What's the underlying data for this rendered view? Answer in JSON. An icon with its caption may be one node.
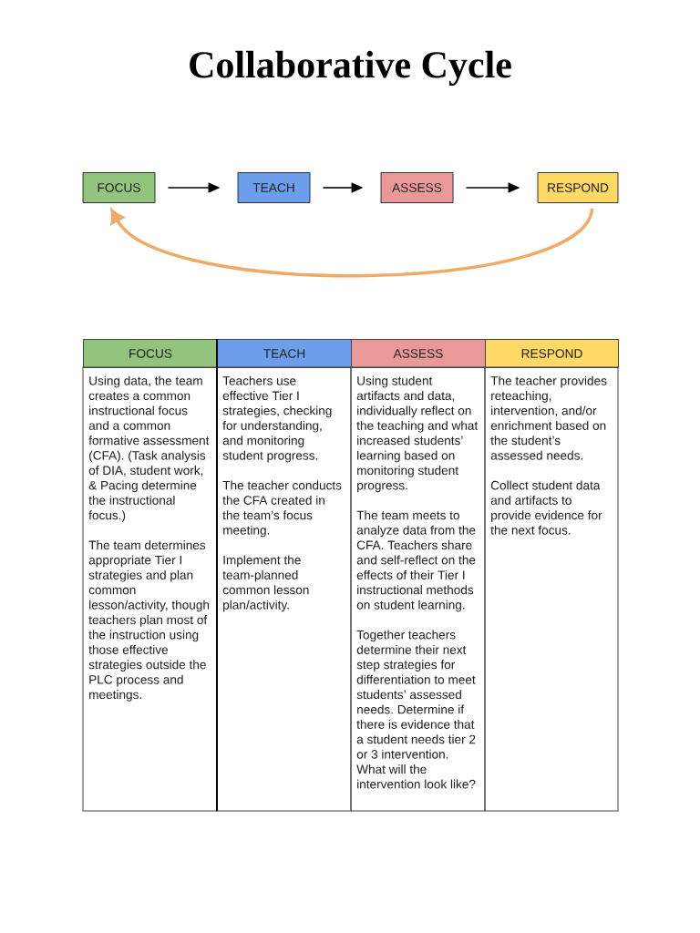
{
  "diagram": {
    "title": "Collaborative Cycle",
    "nodes": [
      {
        "text": [
          "FOCUS"
        ]
      },
      {
        "text": [
          "TEACH"
        ]
      },
      {
        "text": [
          "ASSESS"
        ]
      },
      {
        "text": [
          "RESPOND"
        ]
      }
    ],
    "edges": [
      {
        "from": 0,
        "to": 1,
        "arrow": "to"
      },
      {
        "from": 1,
        "to": 2,
        "arrow": "to"
      },
      {
        "from": 2,
        "to": 3,
        "arrow": "to"
      },
      {
        "from": 3,
        "to": 0,
        "arrow": "to",
        "style": "thick",
        "color": "#eeaa66"
      }
    ],
    "labels": [
      "FOCUS",
      "TEACH",
      "ASSESS",
      "RESPOND",
      "Using data, the team creates a common instructional focus and a common formative assessment (CFA). (Task analysis of DIA, student work, & Pacing determine the instructional focus.)",
      "The team determines appropriate Tier I strategies and plan common lesson/activity, though teachers plan most of the instruction using those effective strategies outside the PLC process and meetings.",
      "Teachers use effective Tier I strategies, checking for understanding, and monitoring student progress.",
      "The teacher conducts the CFA created in the team’s focus meeting.",
      "Implement the team-planned common lesson plan/activity.",
      "Using student artifacts and data, individually reflect on the teaching and what increased students’ learning based on monitoring student progress.",
      "The team meets to analyze data from the CFA. Teachers share and self-reflect on the effects of their Tier I instructional methods on student learning.",
      "Together teachers determine their next step strategies for differentiation to meet students’ assessed needs. Determine if there is evidence that a student needs tier 2 or 3 intervention. What will the intervention look like?",
      "The teacher provides reteaching, intervention, and/or enrichment based on the student’s assessed needs.",
      "Collect student data and artifacts to provide evidence for the next focus."
    ]
  }
}
